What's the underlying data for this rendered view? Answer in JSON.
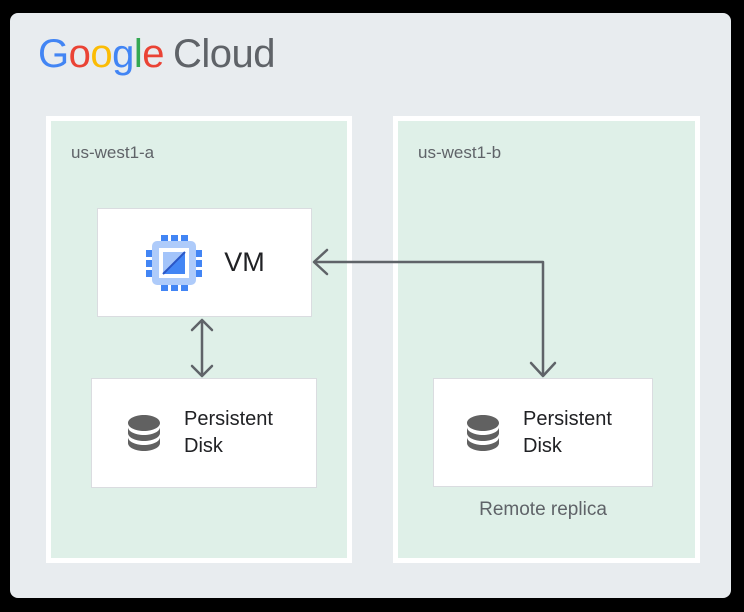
{
  "logo": {
    "letters": [
      {
        "char": "G",
        "color": "#4285F4"
      },
      {
        "char": "o",
        "color": "#EA4335"
      },
      {
        "char": "o",
        "color": "#FBBC05"
      },
      {
        "char": "g",
        "color": "#4285F4"
      },
      {
        "char": "l",
        "color": "#34A853"
      },
      {
        "char": "e",
        "color": "#EA4335"
      }
    ],
    "suffix": "Cloud",
    "suffix_color": "#5F6368"
  },
  "diagram": {
    "zone_a": {
      "label": "us-west1-a",
      "vm": {
        "label": "VM",
        "icon": "compute-engine-icon"
      },
      "disk": {
        "label": "Persistent Disk",
        "icon": "database-icon"
      }
    },
    "zone_b": {
      "label": "us-west1-b",
      "disk": {
        "label": "Persistent Disk",
        "icon": "database-icon",
        "caption": "Remote replica"
      }
    },
    "connections": [
      {
        "from": "zone_b.disk",
        "to": "zone_a.vm",
        "style": "elbow",
        "arrowheads": "both"
      },
      {
        "from": "zone_a.vm",
        "to": "zone_a.disk",
        "style": "straight-vertical",
        "arrowheads": "both"
      }
    ]
  },
  "colors": {
    "canvas_bg": "#000000",
    "card_bg": "#E8ECEF",
    "zone_fill": "#DFF0E8",
    "zone_border": "#FFFFFF",
    "node_bg": "#FFFFFF",
    "node_border": "#DADCE0",
    "arrow": "#5F6368",
    "text_primary": "#202124",
    "text_secondary": "#5F6368",
    "chip_frame_blue": "#AECBFA",
    "chip_pin_blue": "#4285F4",
    "chip_square_blue": "#4285F4",
    "chip_fold_light": "#A3C4FA",
    "chip_fold_dark": "#2A56C6",
    "disk_icon_gray": "#616161"
  }
}
